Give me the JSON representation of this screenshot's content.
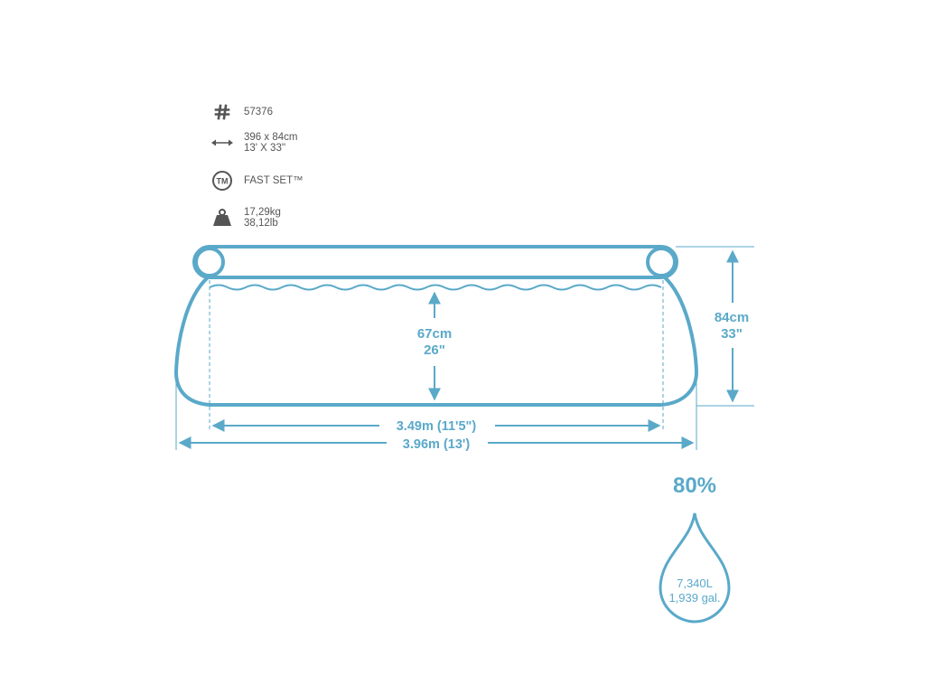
{
  "specs": {
    "code": "57376",
    "size_cm": "396 x 84cm",
    "size_ft": "13' X 33''",
    "series": "FAST SET™",
    "weight_kg": "17,29kg",
    "weight_lb": "38,12lb"
  },
  "icons": [
    "hash-icon",
    "double-arrow-icon",
    "trademark-icon",
    "weight-icon"
  ],
  "dimensions": {
    "height_cm": "84cm",
    "height_in": "33\"",
    "water_depth_cm": "67cm",
    "water_depth_in": "26\"",
    "inner_width": "3.49m (11'5\")",
    "outer_width": "3.96m (13')"
  },
  "capacity": {
    "fill_percent": "80%",
    "liters": "7,340L",
    "gallons": "1,939 gal."
  },
  "colors": {
    "accent": "#5aa9c9",
    "icon_gray": "#555555"
  }
}
